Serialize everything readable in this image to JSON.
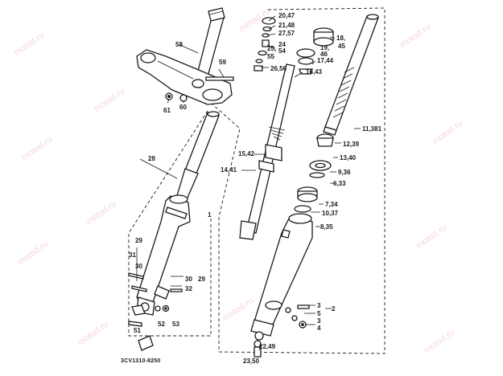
{
  "watermark": {
    "text": "motod.ru",
    "color": "#f1b6b6"
  },
  "drawing_code": "3CV1310-8250",
  "callouts": {
    "c58": "58",
    "c59": "59",
    "c61": "61",
    "c60": "60",
    "c28": "28",
    "c1": "1",
    "c29a": "29",
    "c31": "31",
    "c30a": "30",
    "c30b": "30",
    "c29b": "29",
    "c32": "32",
    "c52": "52",
    "c53": "53",
    "c51": "51",
    "c2047": "20,47",
    "c2148": "21,48",
    "c2757": "27,57",
    "c2554": "25,",
    "c54": "54",
    "c24": "24",
    "c55": "55",
    "c2656": "26,56",
    "c1643": "16,43",
    "c1542": "15,42",
    "c1441": "14,41",
    "c1845": "18,",
    "c45": "45",
    "c1946": "19,",
    "c46": "46",
    "c1744": "17,44",
    "c11381": "11,381",
    "c1239": "12,39",
    "c1340": "13,40",
    "c936": "9,36",
    "c633": "6,33",
    "c734": "7,34",
    "c1037": "10,37",
    "c835": "8,35",
    "c3a": "3",
    "c2": "2",
    "c5": "5",
    "c3b": "3",
    "c4": "4",
    "c2249": "22,49",
    "c2350": "23,50"
  }
}
